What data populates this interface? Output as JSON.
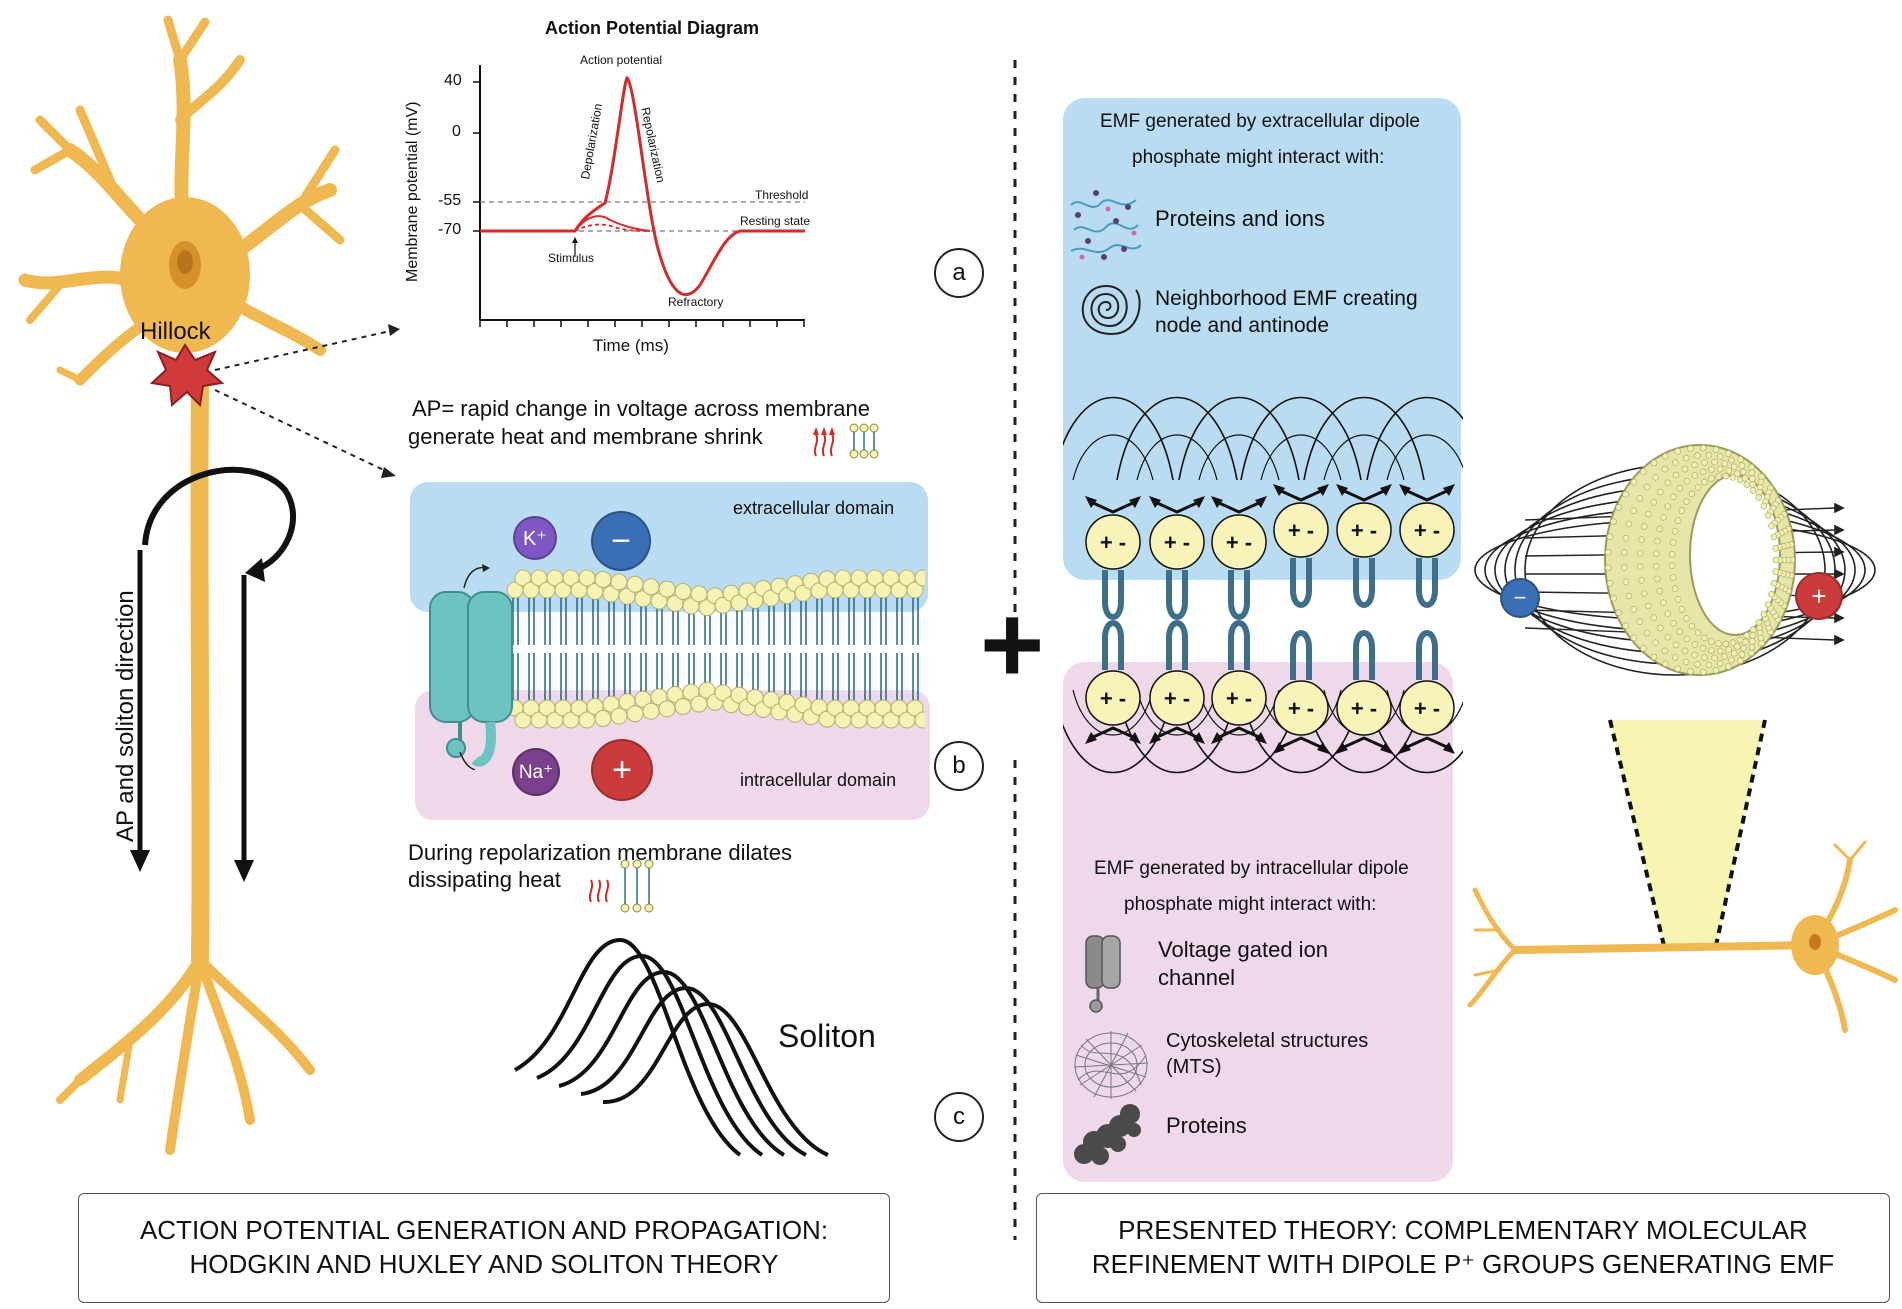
{
  "ap_diagram": {
    "title": "Action Potential Diagram",
    "ylabel": "Membrane potential (mV)",
    "xlabel": "Time (ms)",
    "y_ticks": [
      "40",
      "0",
      "-55",
      "-70"
    ],
    "annotations": {
      "action_potential": "Action potential",
      "depolarization": "Depolarization",
      "repolarization": "Repolarization",
      "threshold": "Threshold",
      "resting_state": "Resting state",
      "stimulus": "Stimulus",
      "refractory": "Refractory"
    }
  },
  "neuron": {
    "hillock": "Hillock",
    "direction_label": "AP and soliton direction"
  },
  "labels": {
    "a": "a",
    "b": "b",
    "c": "c"
  },
  "membrane": {
    "ap_text_1": "AP= rapid change in voltage across membrane",
    "ap_text_2": "generate heat and membrane shrink",
    "extracellular": "extracellular domain",
    "intracellular": "intracellular domain",
    "k_ion": "K⁺",
    "na_ion": "Na⁺",
    "minus": "−",
    "plus": "+",
    "repol_text_1": "During repolarization membrane dilates",
    "repol_text_2": "dissipating heat"
  },
  "soliton": {
    "label": "Soliton"
  },
  "plus_symbol": "+",
  "right_panel": {
    "top_heading_1": "EMF generated by extracellular dipole",
    "top_heading_2": "phosphate might interact with:",
    "top_items": [
      "Proteins and ions",
      "Neighborhood EMF creating",
      "node and antinode"
    ],
    "dipole_sign": "+ -",
    "bottom_heading_1": "EMF generated by intracellular dipole",
    "bottom_heading_2": "phosphate might interact with:",
    "bottom_items": [
      "Voltage gated ion",
      "channel",
      "Cytoskeletal structures",
      "(MTS)",
      "Proteins"
    ]
  },
  "captions": {
    "left_1": "ACTION POTENTIAL GENERATION AND PROPAGATION:",
    "left_2": "HODGKIN AND HUXLEY AND SOLITON THEORY",
    "right_1": "PRESENTED THEORY: COMPLEMENTARY MOLECULAR",
    "right_2": "REFINEMENT WITH DIPOLE P⁺ GROUPS GENERATING EMF"
  },
  "colors": {
    "neuron": "#f0b850",
    "ap_curve": "#d42a2a",
    "extracellular": "#b9dcf2",
    "intracellular": "#eed8ea",
    "channel": "#6cc3c2",
    "lipid_head": "#f6f2b4",
    "k_ion": "#7e57c2",
    "na_ion": "#7b3f8c",
    "negative": "#3a6fb5",
    "positive": "#cc3b3b"
  }
}
